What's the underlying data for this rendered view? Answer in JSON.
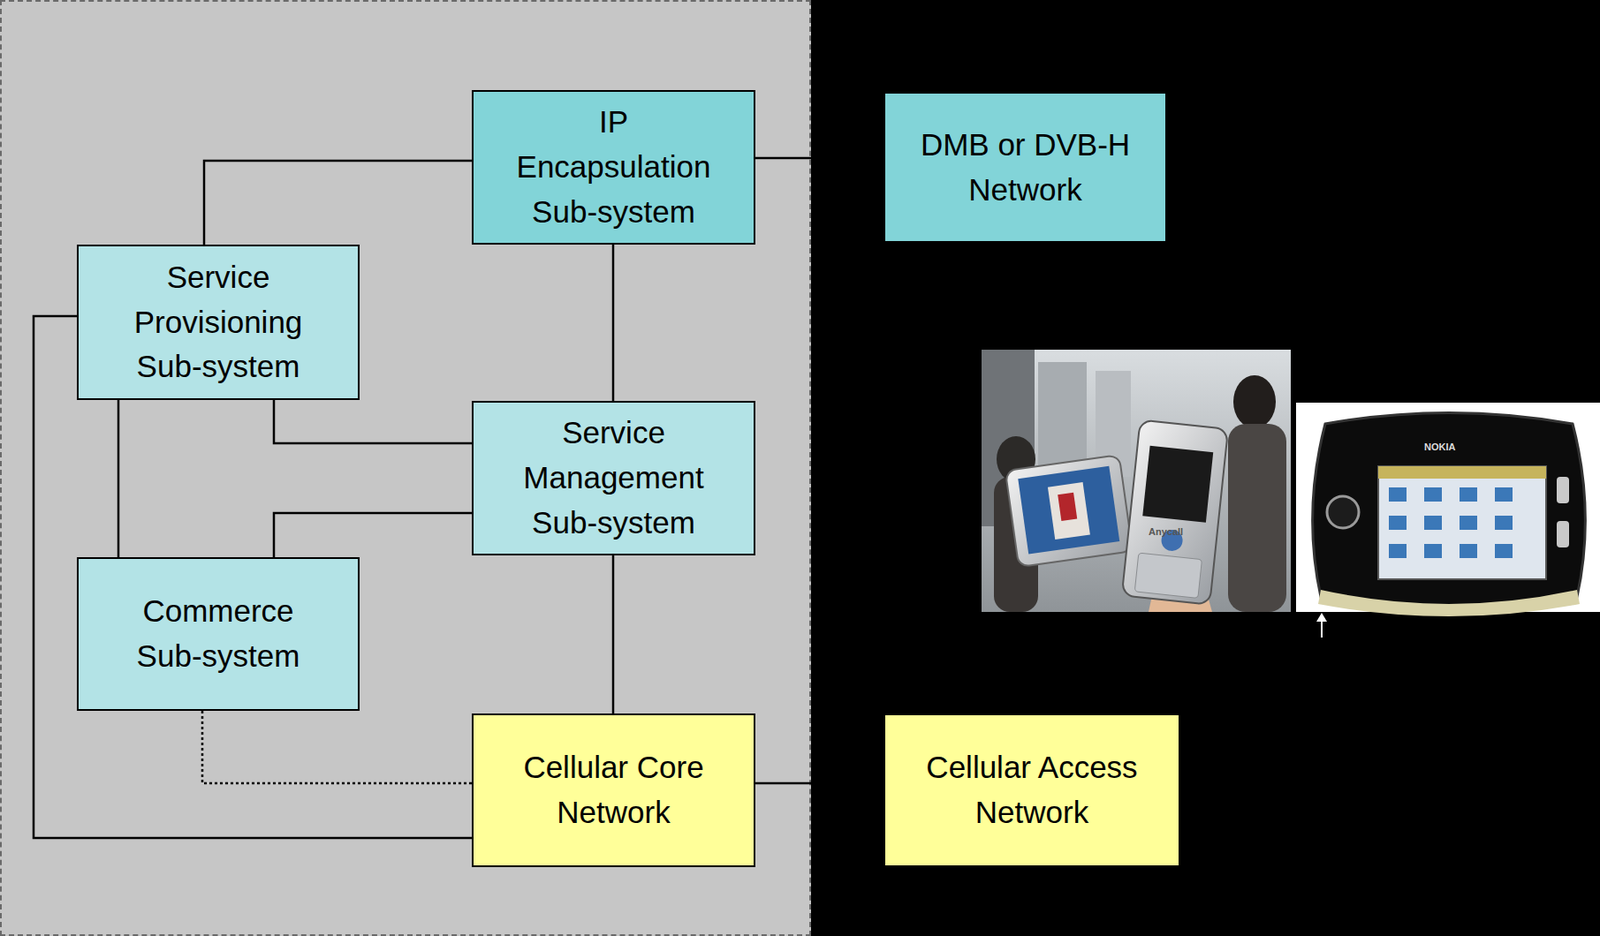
{
  "diagram": {
    "nodes": [
      {
        "text": [
          "IP Encapsulation Sub-system"
        ]
      },
      {
        "text": [
          "DMB or DVB-H Network"
        ]
      },
      {
        "text": [
          "Service Provisioning Sub-system"
        ]
      },
      {
        "text": [
          "Service Management Sub-system"
        ]
      },
      {
        "text": [
          "Commerce Sub-system"
        ]
      },
      {
        "text": [
          "Cellular Core Network"
        ]
      },
      {
        "text": [
          "Cellular Access Network"
        ]
      }
    ],
    "edges": [
      {
        "from": 2,
        "to": 0,
        "arrow": "none"
      },
      {
        "from": 0,
        "to": 1,
        "arrow": "none"
      },
      {
        "from": 0,
        "to": 3,
        "arrow": "none"
      },
      {
        "from": 2,
        "to": 3,
        "arrow": "none"
      },
      {
        "from": 2,
        "to": 4,
        "arrow": "none"
      },
      {
        "from": 2,
        "to": 5,
        "arrow": "none"
      },
      {
        "from": 4,
        "to": 3,
        "arrow": "none"
      },
      {
        "from": 3,
        "to": 5,
        "arrow": "none"
      },
      {
        "from": 4,
        "to": 5,
        "arrow": "none"
      },
      {
        "from": 5,
        "to": 6,
        "arrow": "none"
      }
    ],
    "labels": [
      "Anycall",
      "NOKIA"
    ]
  }
}
